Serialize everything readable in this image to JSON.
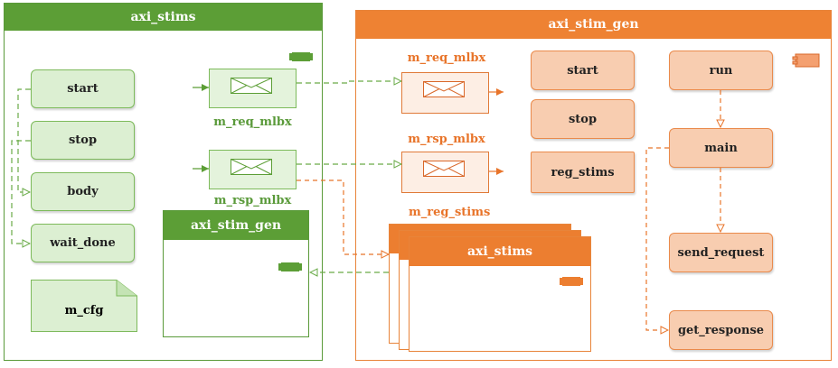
{
  "left_panel": {
    "title": "axi_stims",
    "buttons": {
      "start": "start",
      "stop": "stop",
      "body": "body",
      "wait_done": "wait_done"
    },
    "note": "m_cfg",
    "mailboxes": {
      "req_label": "m_req_mlbx",
      "rsp_label": "m_rsp_mlbx"
    },
    "sub_component": {
      "title": "axi_stim_gen"
    }
  },
  "right_panel": {
    "title": "axi_stim_gen",
    "mailboxes": {
      "req_label": "m_req_mlbx",
      "rsp_label": "m_rsp_mlbx"
    },
    "buttons": {
      "start": "start",
      "stop": "stop",
      "reg_stims": "reg_stims"
    },
    "stims_array_label": "m_reg_stims",
    "stims_card_title": "axi_stims",
    "flow": {
      "run": "run",
      "main": "main",
      "send_request": "send_request",
      "get_response": "get_response"
    }
  },
  "colors": {
    "green": "#5c9e36",
    "orange": "#ee8233"
  }
}
